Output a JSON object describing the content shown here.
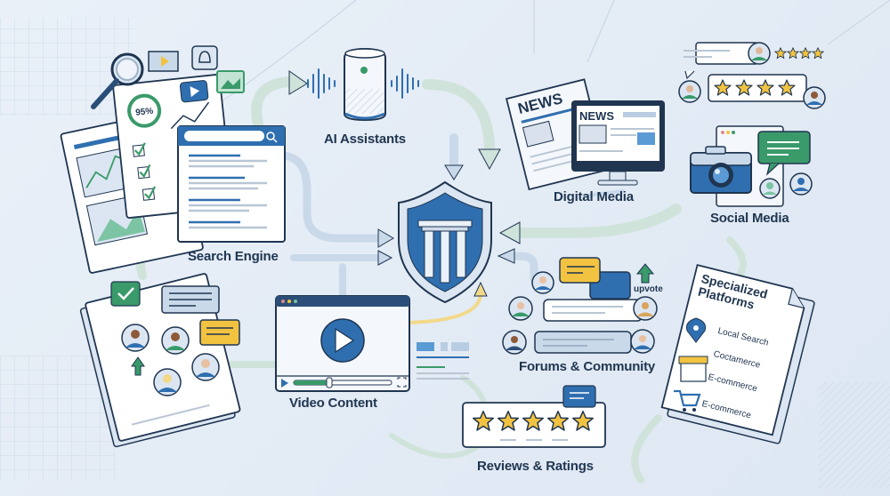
{
  "diagram": {
    "center": {
      "icon": "shield-pillar-icon",
      "meaning": "brand reputation hub"
    },
    "nodes": [
      {
        "id": "search_engine",
        "label": "Search Engine",
        "icon": "search-results-icon"
      },
      {
        "id": "ai_assistants",
        "label": "AI Assistants",
        "icon": "smart-speaker-icon"
      },
      {
        "id": "digital_media",
        "label": "Digital Media",
        "icon": "news-monitor-icon",
        "news_text": "NEWS"
      },
      {
        "id": "social_media",
        "label": "Social Media",
        "icon": "camera-icon"
      },
      {
        "id": "video_content",
        "label": "Video Content",
        "icon": "video-player-icon"
      },
      {
        "id": "forums_community",
        "label": "Forums & Community",
        "icon": "chat-bubbles-icon",
        "upvote_label": "upvote"
      },
      {
        "id": "reviews_ratings",
        "label": "Reviews & Ratings",
        "icon": "five-stars-icon",
        "stars": 5
      },
      {
        "id": "specialized_platforms",
        "label": "Specialized Platforms",
        "title_line1": "Specialized",
        "title_line2": "Platforms",
        "items": [
          "Local Search",
          "Coctamerce",
          "E-commerce",
          "E-commerce"
        ]
      }
    ],
    "analytics_badge": "95%",
    "colors": {
      "background": "#e6eef7",
      "primary_blue": "#2f6fb0",
      "dark_navy": "#1f3550",
      "green": "#3a9a6a",
      "yellow": "#f2c341",
      "arrow_green": "#cfe3da",
      "arrow_blue": "#c9d9ea"
    }
  }
}
